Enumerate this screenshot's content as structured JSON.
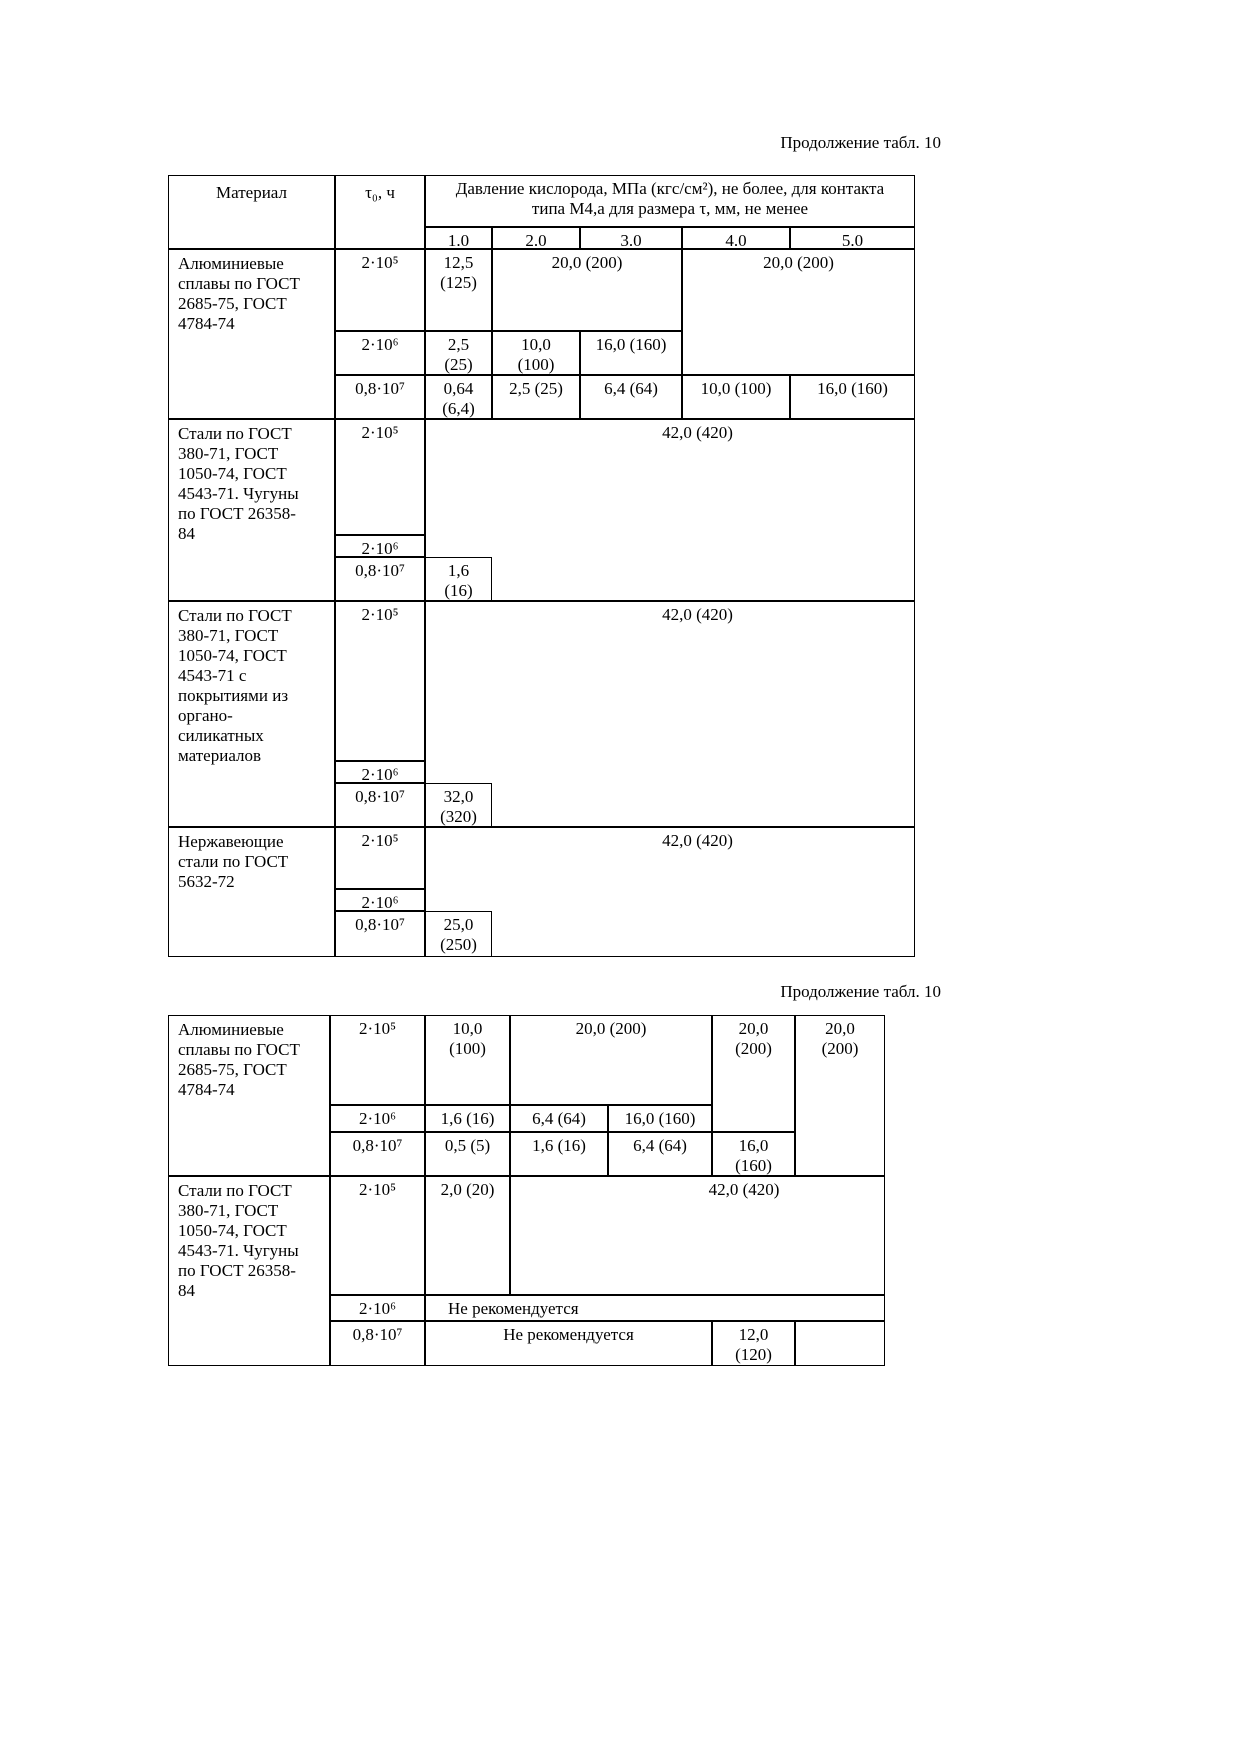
{
  "captions": {
    "top": "Продолжение табл. 10",
    "middle": "Продолжение табл. 10"
  },
  "table1": {
    "header": {
      "material": "Материал",
      "tau": "τ₀, ч",
      "pressure_title": "Давление кислорода, МПа (кгс/см²), не более, для контакта\nтипа М4,а для размера τ, мм, не менее",
      "sizes": [
        "1.0",
        "2.0",
        "3.0",
        "4.0",
        "5.0"
      ]
    },
    "g1": {
      "material": "Алюминиевые\nсплавы по ГОСТ\n2685-75, ГОСТ\n4784-74",
      "tau1": "2·10⁵",
      "tau2": "2·10⁶",
      "tau3": "0,8·10⁷",
      "r1c1": "12,5\n(125)",
      "r1c23": "20,0 (200)",
      "r1c45": "20,0 (200)",
      "r2c1": "2,5\n(25)",
      "r2c2": "10,0\n(100)",
      "r2c3": "16,0 (160)",
      "r3c1": "0,64\n(6,4)",
      "r3c2": "2,5 (25)",
      "r3c3": "6,4 (64)",
      "r3c4": "10,0 (100)",
      "r3c5": "16,0 (160)"
    },
    "g2": {
      "material": "Стали по ГОСТ\n380-71, ГОСТ\n1050-74, ГОСТ\n4543-71. Чугуны\nпо ГОСТ 26358-\n84",
      "tau1": "2·10⁵",
      "tau2": "2·10⁶",
      "tau3": "0,8·10⁷",
      "big": "42,0 (420)",
      "box": "1,6\n(16)"
    },
    "g3": {
      "material": "Стали по ГОСТ\n380-71, ГОСТ\n1050-74, ГОСТ\n4543-71 с\nпокрытиями из\nоргано-\nсиликатных\nматериалов",
      "tau1": "2·10⁵",
      "tau2": "2·10⁶",
      "tau3": "0,8·10⁷",
      "big": "42,0 (420)",
      "box": "32,0\n(320)"
    },
    "g4": {
      "material": "Нержавеющие\nстали по ГОСТ\n5632-72",
      "tau1": "2·10⁵",
      "tau2": "2·10⁶",
      "tau3": "0,8·10⁷",
      "big": "42,0 (420)",
      "box": "25,0\n(250)"
    }
  },
  "table2": {
    "g1": {
      "material": "Алюминиевые\nсплавы по ГОСТ\n2685-75, ГОСТ\n4784-74",
      "tau1": "2·10⁵",
      "tau2": "2·10⁶",
      "tau3": "0,8·10⁷",
      "r1c1": "10,0\n(100)",
      "r1c23": "20,0 (200)",
      "r1c4": "20,0\n(200)",
      "r1c5": "20,0\n(200)",
      "r2c1": "1,6 (16)",
      "r2c2": "6,4 (64)",
      "r2c3": "16,0 (160)",
      "r3c1": "0,5 (5)",
      "r3c2": "1,6 (16)",
      "r3c3": "6,4 (64)",
      "r3c4": "16,0\n(160)"
    },
    "g2": {
      "material": "Стали по ГОСТ\n380-71, ГОСТ\n1050-74, ГОСТ\n4543-71. Чугуны\nпо ГОСТ 26358-\n84",
      "tau1": "2·10⁵",
      "tau2": "2·10⁶",
      "tau3": "0,8·10⁷",
      "r1c1": "2,0 (20)",
      "r1big": "42,0 (420)",
      "r2note": "Не рекомендуется",
      "r3note": "Не рекомендуется",
      "r3box": "12,0\n(120)"
    }
  }
}
